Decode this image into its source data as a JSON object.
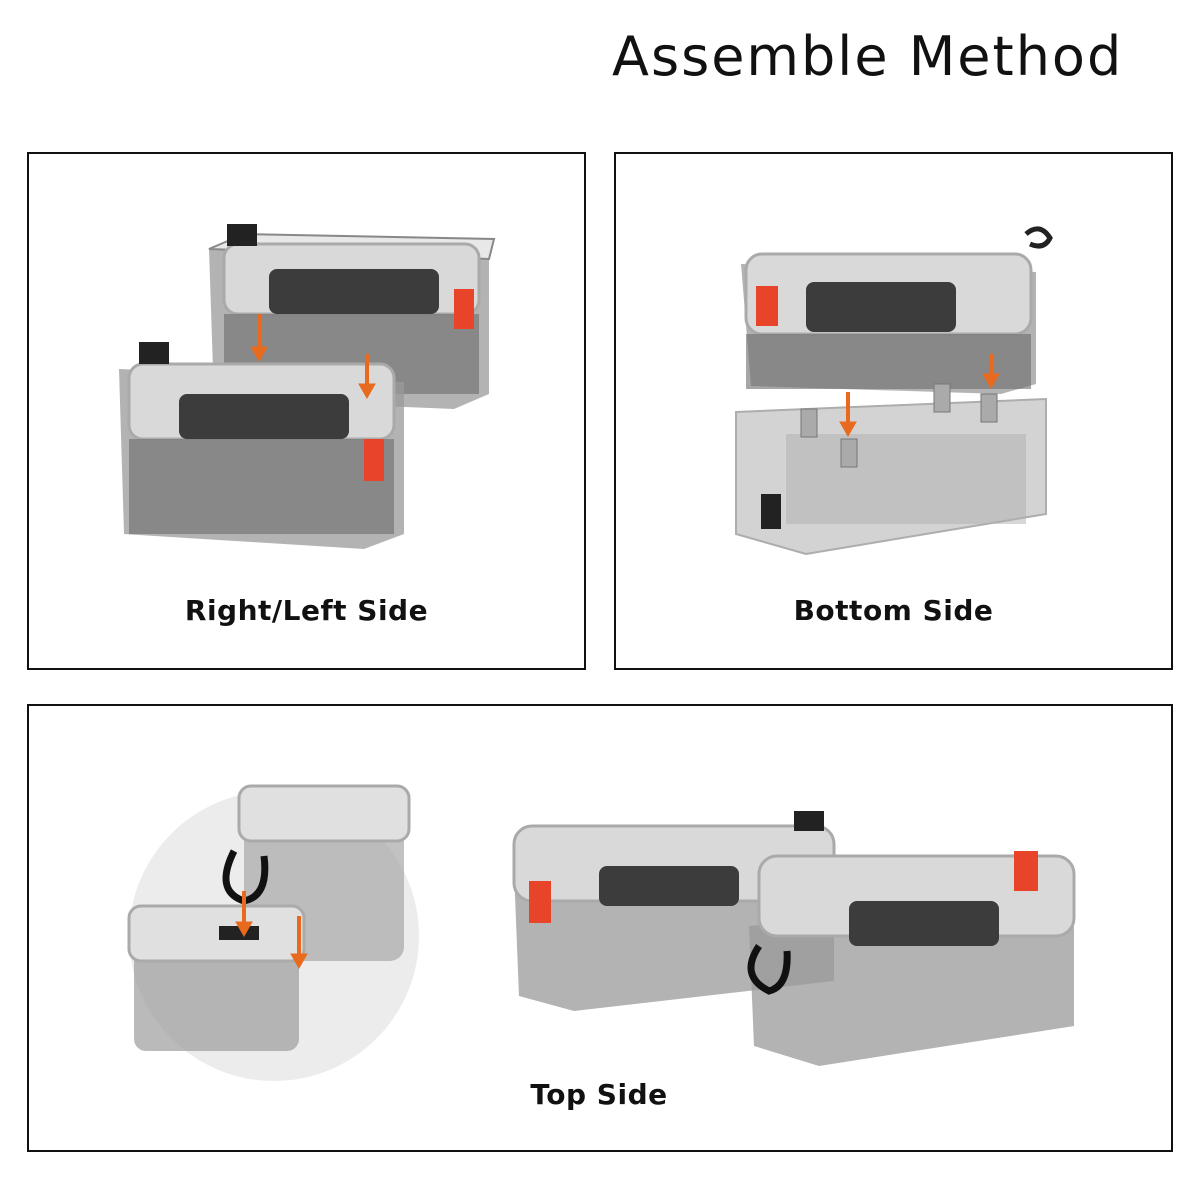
{
  "title": "Assemble Method",
  "panels": [
    {
      "caption": "Right/Left Side"
    },
    {
      "caption": "Bottom Side"
    },
    {
      "caption": "Top Side"
    }
  ],
  "colors": {
    "latch": "#e8442a",
    "arrow": "#e86a1f",
    "box_body": "#8e8e8e",
    "box_dark": "#3c3c3c",
    "border": "#111111"
  },
  "icons": [
    "down-arrow-icon",
    "latch-icon",
    "hook-icon"
  ]
}
